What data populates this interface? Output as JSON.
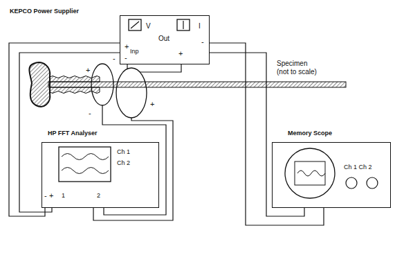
{
  "diagram": {
    "nodes": [
      {
        "text": [
          "KEPCO Power Supplier",
          "V",
          "Out",
          "I",
          "+",
          "Inp",
          "-",
          "-",
          "+"
        ]
      },
      {
        "text": [
          "HP FFT Analyser",
          "Ch 1",
          "Ch 2",
          "-",
          "+",
          "1",
          "2"
        ]
      },
      {
        "text": [
          "Memory Scope",
          "Ch 1 Ch 2"
        ]
      }
    ],
    "edges": [
      {
        "from": 1,
        "to": 0,
        "arrow": "none"
      },
      {
        "from": 0,
        "to": 2,
        "arrow": "none"
      }
    ],
    "labels": [
      "Specimen (not to scale)",
      "+",
      "-",
      "+",
      "-"
    ]
  }
}
